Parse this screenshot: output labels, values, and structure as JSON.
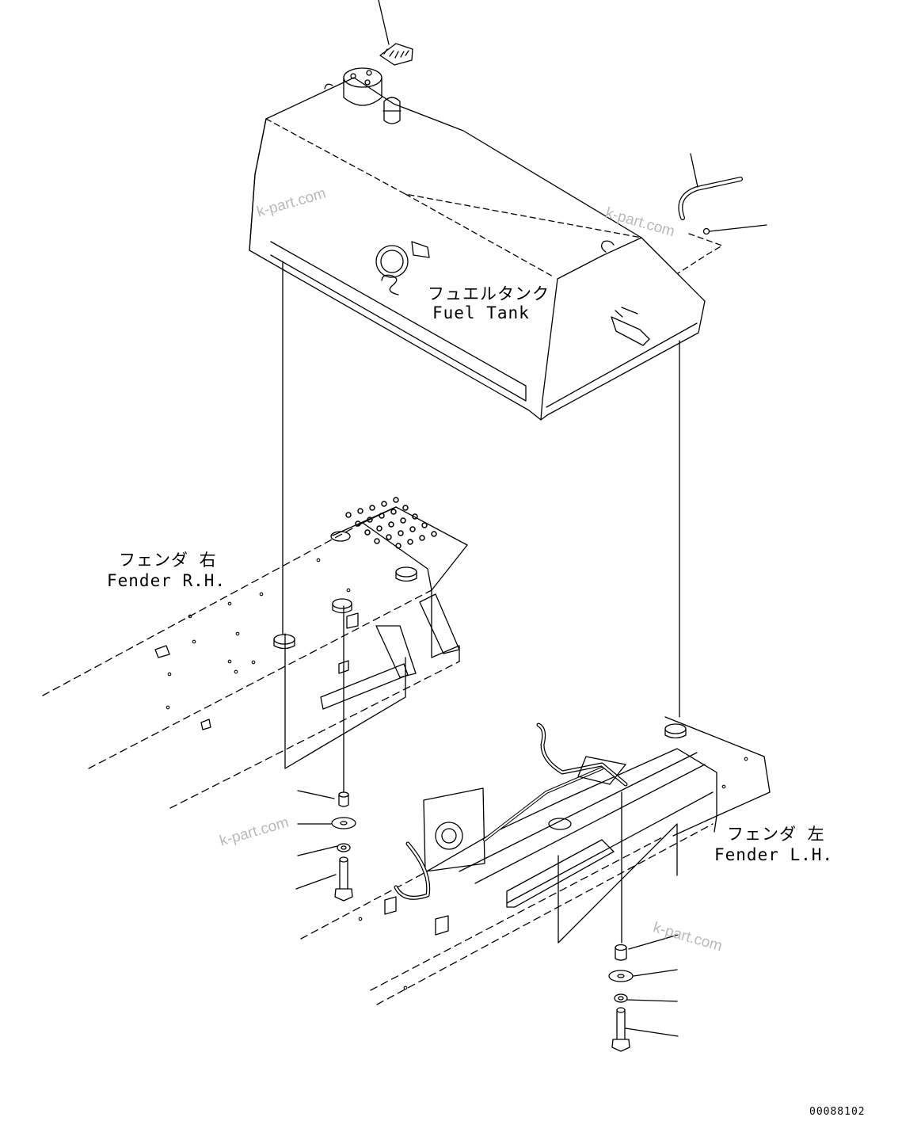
{
  "labels": {
    "fuel_tank_jp": "フュエルタンク",
    "fuel_tank_en": "Fuel Tank",
    "fender_rh_jp": "フェンダ 右",
    "fender_rh_en": "Fender R.H.",
    "fender_lh_jp": "フェンダ 左",
    "fender_lh_en": "Fender L.H."
  },
  "watermark": "k-part.com",
  "document_number": "00088102",
  "colors": {
    "line": "#000000",
    "watermark": "#b9b9b9",
    "background": "#ffffff"
  }
}
